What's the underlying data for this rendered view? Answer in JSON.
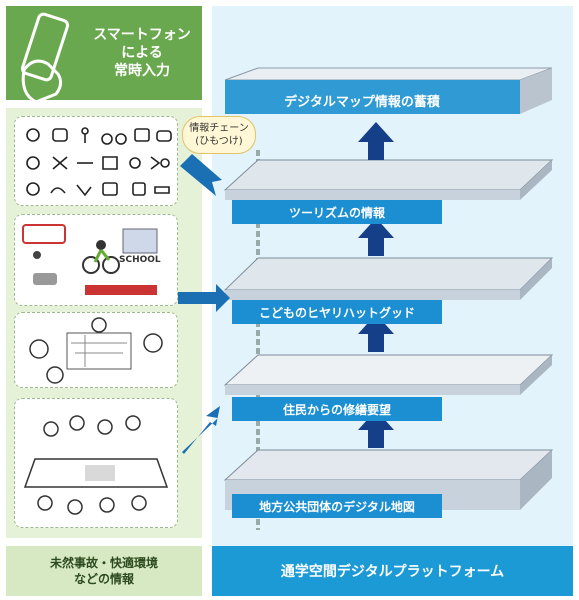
{
  "phone": {
    "title_lines": [
      "スマートフォン",
      "による",
      "常時入力"
    ]
  },
  "layers": [
    {
      "label": "デジタルマップ情報の蓄積"
    },
    {
      "label": "ツーリズムの情報"
    },
    {
      "label": "こどものヒヤリハットグッド"
    },
    {
      "label": "住民からの修繕要望"
    },
    {
      "label": "地方公共団体のデジタル地図"
    }
  ],
  "chain_tag": {
    "line1": "情報チェーン",
    "line2": "(ひもつけ)"
  },
  "bottom_left": {
    "line1": "未然事故・快適環境",
    "line2": "などの情報"
  },
  "bottom_right": {
    "title": "通学空間デジタルプラットフォーム"
  },
  "card2_sign": "SCHOOL",
  "colors": {
    "green": "#6aa84f",
    "light_green": "#e6f2d8",
    "blue": "#1b8fd2",
    "navy": "#163f8a",
    "light_blue": "#e3f3fb"
  }
}
